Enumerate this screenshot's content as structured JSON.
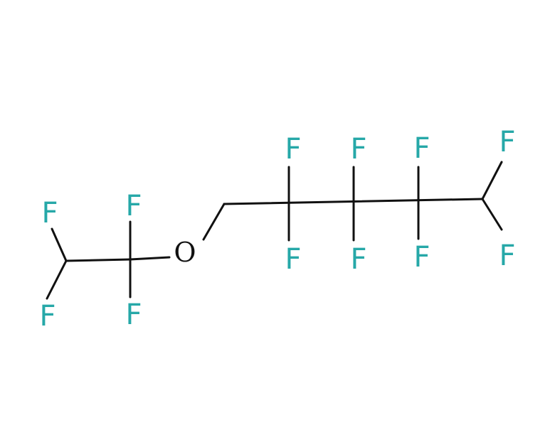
{
  "molecule": {
    "colors": {
      "bond": "#111111",
      "fluorine": "#26A8A8",
      "oxygen": "#111111"
    },
    "atom_labels": [
      {
        "id": "f1",
        "symbol": "F"
      },
      {
        "id": "f2",
        "symbol": "F"
      },
      {
        "id": "f3",
        "symbol": "F"
      },
      {
        "id": "f4",
        "symbol": "F"
      },
      {
        "id": "o1",
        "symbol": "O"
      },
      {
        "id": "f5",
        "symbol": "F"
      },
      {
        "id": "f6",
        "symbol": "F"
      },
      {
        "id": "f7",
        "symbol": "F"
      },
      {
        "id": "f8",
        "symbol": "F"
      },
      {
        "id": "f9",
        "symbol": "F"
      },
      {
        "id": "f10",
        "symbol": "F"
      },
      {
        "id": "f11",
        "symbol": "F"
      },
      {
        "id": "f12",
        "symbol": "F"
      }
    ]
  }
}
